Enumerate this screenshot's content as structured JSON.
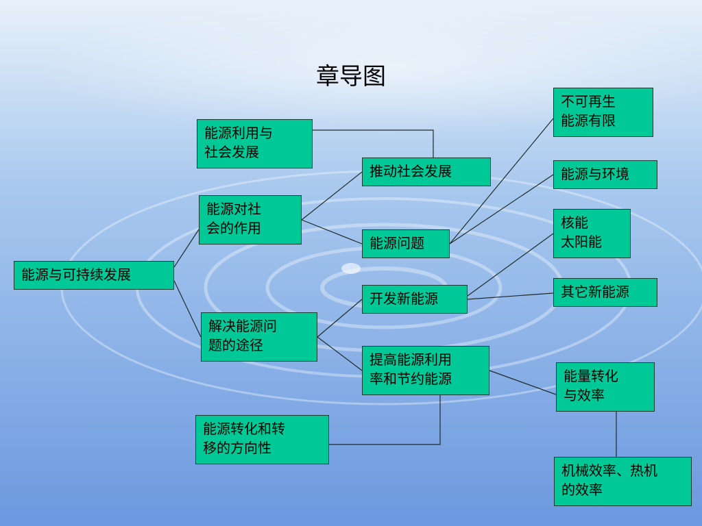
{
  "title": "章导图",
  "nodes": {
    "root": {
      "lines": [
        "能源与可持续发展"
      ]
    },
    "role": {
      "lines": [
        "能源对社",
        "会的作用"
      ]
    },
    "ways": {
      "lines": [
        "解决能源问",
        "题的途径"
      ]
    },
    "energy_use_society": {
      "lines": [
        "能源利用与",
        "社会发展"
      ]
    },
    "promote": {
      "lines": [
        "推动社会发展"
      ]
    },
    "problem": {
      "lines": [
        "能源问题"
      ]
    },
    "nonrenewable": {
      "lines": [
        "不可再生",
        "能源有限"
      ]
    },
    "environment": {
      "lines": [
        "能源与环境"
      ]
    },
    "nuclear_solar": {
      "lines": [
        "核能",
        "太阳能"
      ]
    },
    "develop": {
      "lines": [
        "开发新能源"
      ]
    },
    "other_new": {
      "lines": [
        "其它新能源"
      ]
    },
    "improve": {
      "lines": [
        "提高能源利用",
        "率和节约能源"
      ]
    },
    "conversion_efficiency": {
      "lines": [
        "能量转化",
        "与效率"
      ]
    },
    "mechanical": {
      "lines": [
        "机械效率、热机",
        "的效率"
      ]
    },
    "direction": {
      "lines": [
        "能源转化和转",
        "移的方向性"
      ]
    }
  }
}
